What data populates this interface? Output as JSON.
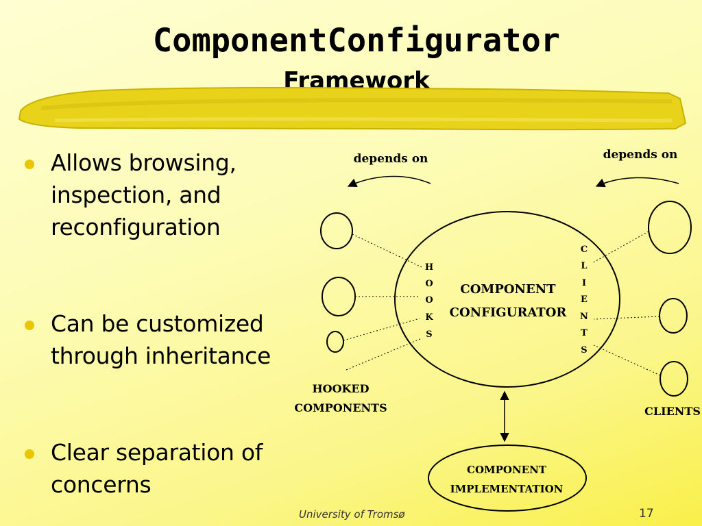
{
  "slide": {
    "title": "ComponentConfigurator",
    "subtitle": "Framework",
    "bullets": [
      {
        "text": "Allows browsing, inspection, and reconfiguration"
      },
      {
        "text": "Can be customized through inheritance"
      },
      {
        "text": "Clear separation of concerns"
      }
    ],
    "footer": "University of Tromsø",
    "page_number": "17"
  },
  "diagram": {
    "depends_on_left": "depends on",
    "depends_on_right": "depends on",
    "hooks_letters": [
      "H",
      "O",
      "O",
      "K",
      "S"
    ],
    "clients_letters": [
      "C",
      "L",
      "I",
      "E",
      "N",
      "T",
      "S"
    ],
    "configurator_line1": "COMPONENT",
    "configurator_line2": "CONFIGURATOR",
    "hooked_line1": "HOOKED",
    "hooked_line2": "COMPONENTS",
    "clients_label": "CLIENTS",
    "implementation_line1": "COMPONENT",
    "implementation_line2": "IMPLEMENTATION"
  },
  "colors": {
    "bullet_dot": "#e8c700",
    "brush_stroke": "#e8d21a"
  }
}
